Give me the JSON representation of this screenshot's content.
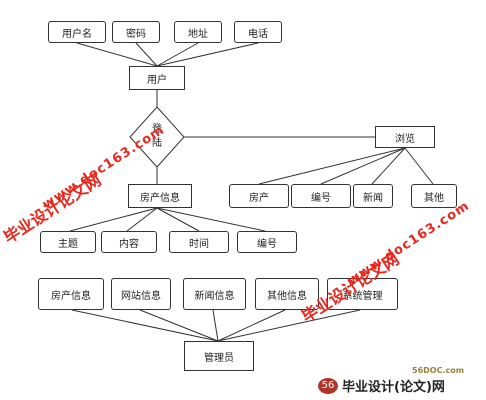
{
  "top_attributes": [
    "用户名",
    "密码",
    "地址",
    "电话"
  ],
  "user_entity": "用户",
  "login_relation": "登陆",
  "browse_entity": "浏览",
  "browse_attributes": [
    "房产",
    "编号",
    "新闻",
    "其他"
  ],
  "house_entity": "房产信息",
  "house_attributes": [
    "主题",
    "内容",
    "时间",
    "编号"
  ],
  "admin_attributes": [
    "房产信息",
    "网站信息",
    "新闻信息",
    "其他信息",
    "系统管理"
  ],
  "admin_entity": "管理员",
  "watermarks": {
    "cn": "毕业设计论文网",
    "url": "www.doc163.com"
  },
  "footer": {
    "site": "56DOC.com",
    "logo_text": "毕业设计(论文)网",
    "logo_mark": "56"
  }
}
